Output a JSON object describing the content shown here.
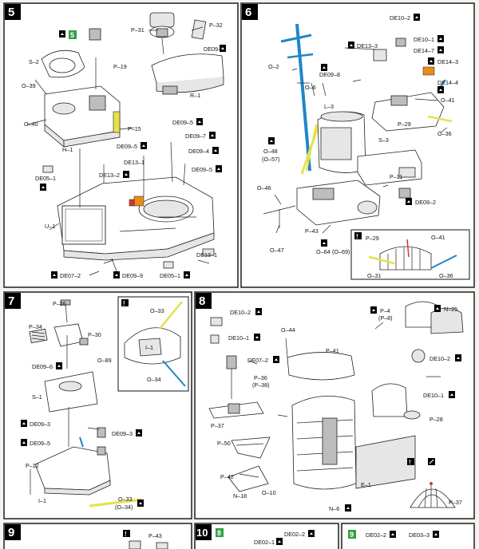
{
  "colors": {
    "part_blue": "#1f86c8",
    "part_yellow": "#e6e14a",
    "part_orange": "#e98a1a",
    "part_red": "#d23a2a",
    "step_green": "#2fa043",
    "badge_black": "#000000"
  },
  "icons": {
    "decal": "decal-icon",
    "attention": "exclamation-icon",
    "blade": "blade-icon"
  },
  "steps": {
    "s5": {
      "number": "5",
      "badge": "5",
      "labels": {
        "p31": "P–31",
        "p32": "P–32",
        "de096": "DE09–6",
        "s2": "S–2",
        "p19": "P–19",
        "o39": "O–39",
        "r1": "R–1",
        "o40": "O–40",
        "p15": "P–15",
        "de095a": "DE09–5",
        "de097": "DE09–7",
        "de095b": "DE09–5",
        "de094": "DE09–4",
        "de095c": "DE09–5",
        "h1": "H–1",
        "de051a": "DE05–1",
        "de131a": "DE13–1",
        "de132": "DE13–2",
        "u1": "U–1",
        "de072": "DE07–2",
        "de099": "DE09–9",
        "de051b": "DE05–1",
        "de131b": "DE13–1"
      }
    },
    "s6": {
      "number": "6",
      "labels": {
        "de102": "DE10–2",
        "de101": "DE10–1",
        "de133": "DE13–3",
        "de147": "DE14–7",
        "de143": "DE14–3",
        "de144": "DE14–4",
        "o2": "O–2",
        "de098": "DE09–8",
        "o6": "O–6",
        "l3": "L–3",
        "o41": "O–41",
        "p29": "P–29",
        "o36": "O–36",
        "s3": "S–3",
        "o48": "O–48",
        "o57": "(O–57)",
        "p11": "P–11",
        "o46": "O–46",
        "de092": "DE09–2",
        "p43": "P–43",
        "o47": "O–47",
        "o64": "O–64",
        "o69": "(O–69)",
        "inset_p29": "P–29",
        "inset_o41": "O–41",
        "inset_o31": "O–31",
        "inset_o36": "O–36"
      }
    },
    "s7": {
      "number": "7",
      "labels": {
        "p26": "P–26",
        "p34": "P–34",
        "p30": "P–30",
        "de096": "DE09–6",
        "o89": "O–89",
        "s1": "S–1",
        "de093a": "DE09–3",
        "de095": "DE09–5",
        "de093b": "DE09–3",
        "p12": "P–12",
        "i1": "I–1",
        "o33": "O–33",
        "o34": "(O–34)",
        "inset_o33": "O–33",
        "inset_i1": "I–1",
        "inset_o34": "O–34"
      }
    },
    "s8": {
      "number": "8",
      "labels": {
        "de102": "DE10–2",
        "de101": "DE10–1",
        "o44": "O–44",
        "p4": "P–4",
        "p8": "(P–8)",
        "n25": "N–25",
        "de072": "DE07–2",
        "p41": "P–41",
        "de102b": "DE10–2",
        "p36": "P–36",
        "p38": "(P–38)",
        "de101b": "DE10–1",
        "p37": "P–37",
        "p28": "P–28",
        "p50": "P–50",
        "p42": "P–42",
        "n18": "N–18",
        "o10": "O–10",
        "e1": "E–1",
        "n6": "N–6",
        "inset_p37": "P–37"
      }
    },
    "s9": {
      "number": "9",
      "labels": {
        "p43": "P–43"
      }
    },
    "s10": {
      "number": "10",
      "badge": "8",
      "labels": {
        "de022": "DE02–2",
        "de021": "DE02–1"
      }
    },
    "s11": {
      "badge": "9",
      "labels": {
        "de022": "DE02–2",
        "de033": "DE03–3"
      }
    }
  }
}
